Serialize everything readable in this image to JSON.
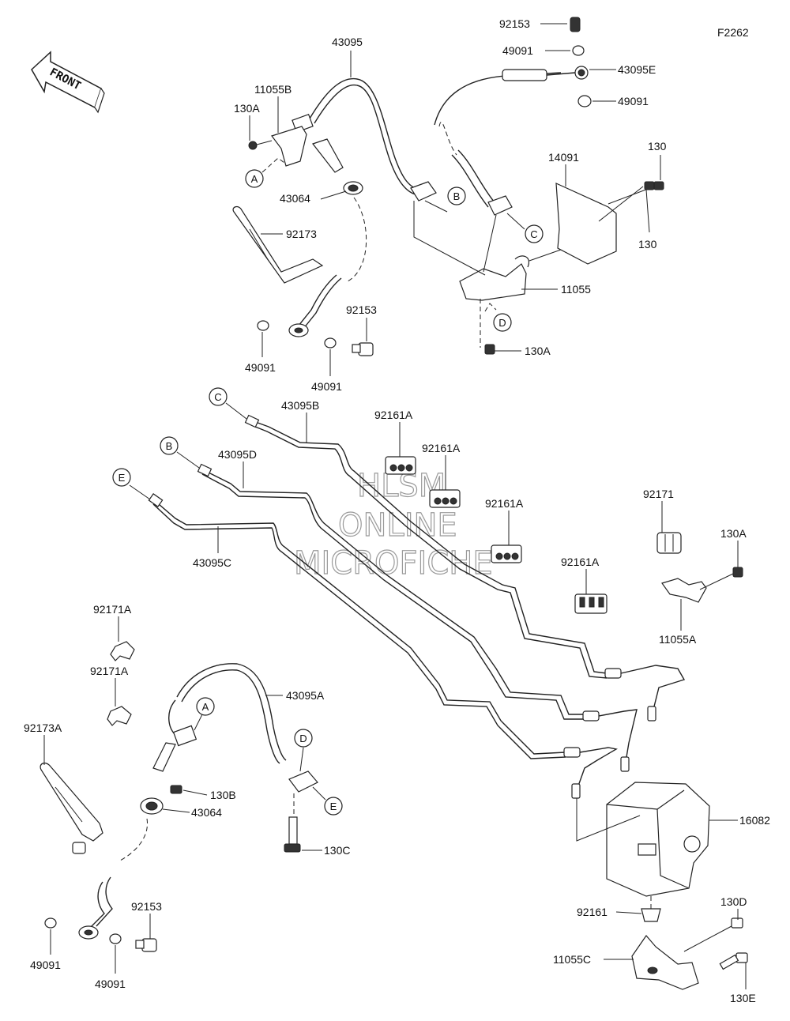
{
  "diagram_code": "F2262",
  "front_label": "FRONT",
  "watermark": [
    "HLSM",
    "ONLINE",
    "MICROFICHE"
  ],
  "ref_letters": [
    "A",
    "B",
    "C",
    "D",
    "E"
  ],
  "part_labels": {
    "p92153_top": "92153",
    "p49091_top": "49091",
    "p43095E": "43095E",
    "p49091_top2": "49091",
    "p43095": "43095",
    "p11055B": "11055B",
    "p130A_tl": "130A",
    "p43064_top": "43064",
    "p92173": "92173",
    "p92153_mid": "92153",
    "p49091_l1": "49091",
    "p49091_l2": "49091",
    "p14091": "14091",
    "p130_a": "130",
    "p130_b": "130",
    "p11055": "11055",
    "p130A_mid": "130A",
    "p43095B": "43095B",
    "p43095D": "43095D",
    "p43095C": "43095C",
    "p92161A_1": "92161A",
    "p92161A_2": "92161A",
    "p92161A_3": "92161A",
    "p92161A_4": "92161A",
    "p92171": "92171",
    "p130A_r": "130A",
    "p11055A": "11055A",
    "p92171A_1": "92171A",
    "p92171A_2": "92171A",
    "p92173A": "92173A",
    "p43095A": "43095A",
    "p130B": "130B",
    "p43064_bot": "43064",
    "p130C": "130C",
    "p92153_bot": "92153",
    "p49091_b1": "49091",
    "p49091_b2": "49091",
    "p16082": "16082",
    "p92161": "92161",
    "p130D": "130D",
    "p11055C": "11055C",
    "p130E": "130E"
  }
}
